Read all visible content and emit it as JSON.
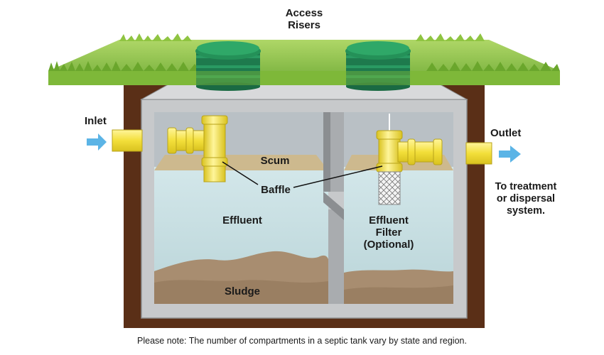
{
  "labels": {
    "access_risers_1": "Access",
    "access_risers_2": "Risers",
    "inlet": "Inlet",
    "outlet": "Outlet",
    "scum": "Scum",
    "baffle": "Baffle",
    "effluent": "Effluent",
    "effluent_filter_1": "Effluent",
    "effluent_filter_2": "Filter",
    "effluent_filter_3": "(Optional)",
    "sludge": "Sludge",
    "to_treatment_1": "To treatment",
    "to_treatment_2": "or dispersal",
    "to_treatment_3": "system."
  },
  "footnote": "Please note: The number of compartments in a septic tank vary by state and region.",
  "colors": {
    "grass": "#8dc63f",
    "soil": "#5a2f17",
    "concrete": "#c9cbcd",
    "effluent": "#c9dfe2",
    "scum": "#c8b48c",
    "sludge": "#a68d6f",
    "pipe": "#f5e64b",
    "riser": "#1f8a57",
    "arrow": "#5bb4e6"
  }
}
